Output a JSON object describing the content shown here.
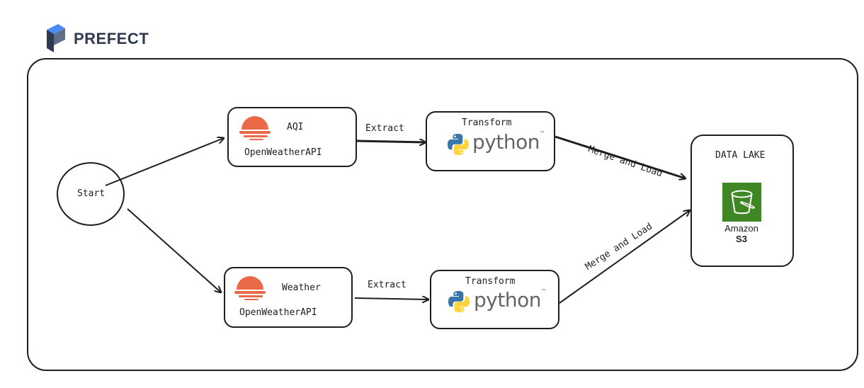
{
  "brand": {
    "name": "PREFECT"
  },
  "nodes": {
    "start": {
      "label": "Start"
    },
    "aqi": {
      "title": "AQI",
      "subtitle": "OpenWeatherAPI"
    },
    "weather": {
      "title": "Weather",
      "subtitle": "OpenWeatherAPI"
    },
    "transform_top": {
      "title": "Transform",
      "logo_text": "python",
      "trademark": "™"
    },
    "transform_bottom": {
      "title": "Transform",
      "logo_text": "python",
      "trademark": "™"
    },
    "data_lake": {
      "title": "DATA LAKE",
      "service_line1": "Amazon",
      "service_line2": "S3"
    }
  },
  "edges": {
    "extract_top": "Extract",
    "extract_bottom": "Extract",
    "merge_top": "Merge and Load",
    "merge_bottom": "Merge and Load"
  },
  "icons": [
    "prefect-logo-icon",
    "sunset-icon",
    "python-logo-icon",
    "s3-bucket-icon"
  ],
  "colors": {
    "sunset": "#ea6a47",
    "python_blue": "#3776ab",
    "python_yellow": "#ffd43b",
    "s3_green": "#3f8624"
  }
}
